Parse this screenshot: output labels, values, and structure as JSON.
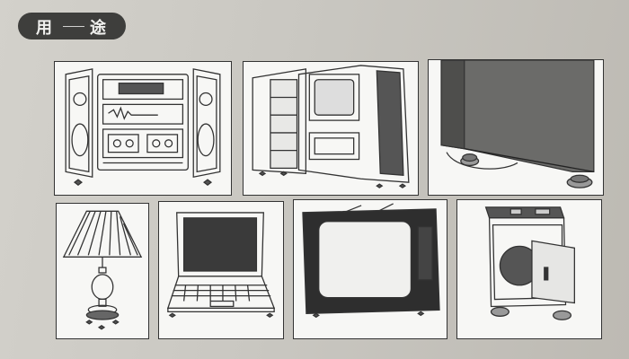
{
  "header": {
    "label_char_1": "用",
    "label_char_2": "途"
  },
  "panels": [
    {
      "name": "stereo-system",
      "depicts": "stereo-system-icon"
    },
    {
      "name": "tv-cabinet",
      "depicts": "tv-cabinet-icon"
    },
    {
      "name": "appliance-on-feet",
      "depicts": "appliance-feet-icon"
    },
    {
      "name": "table-lamp",
      "depicts": "table-lamp-icon"
    },
    {
      "name": "laptop",
      "depicts": "laptop-icon"
    },
    {
      "name": "television",
      "depicts": "television-icon"
    },
    {
      "name": "washing-machine",
      "depicts": "washing-machine-icon"
    }
  ],
  "colors": {
    "page": "#c9c7c1",
    "header_bg": "#3e3e3c",
    "panel_bg": "#f7f7f5",
    "line": "#333333"
  }
}
